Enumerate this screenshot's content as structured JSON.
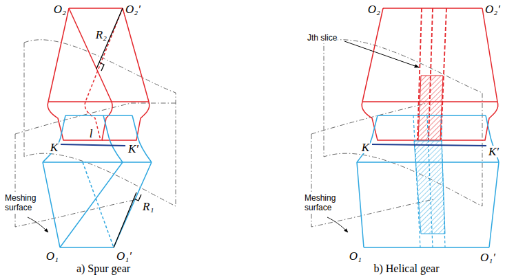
{
  "diagram": {
    "labels": [
      "O₂",
      "O₂′",
      "R₂",
      "K",
      "l",
      "K′",
      "Meshing surface",
      "R₁",
      "O₁",
      "O₁′",
      "a) Spur gear",
      "O₂",
      "O₂′",
      "Jth slice",
      "K",
      "K′",
      "Meshing surface",
      "O₁",
      "O₁′",
      "b) Helical gear"
    ]
  }
}
